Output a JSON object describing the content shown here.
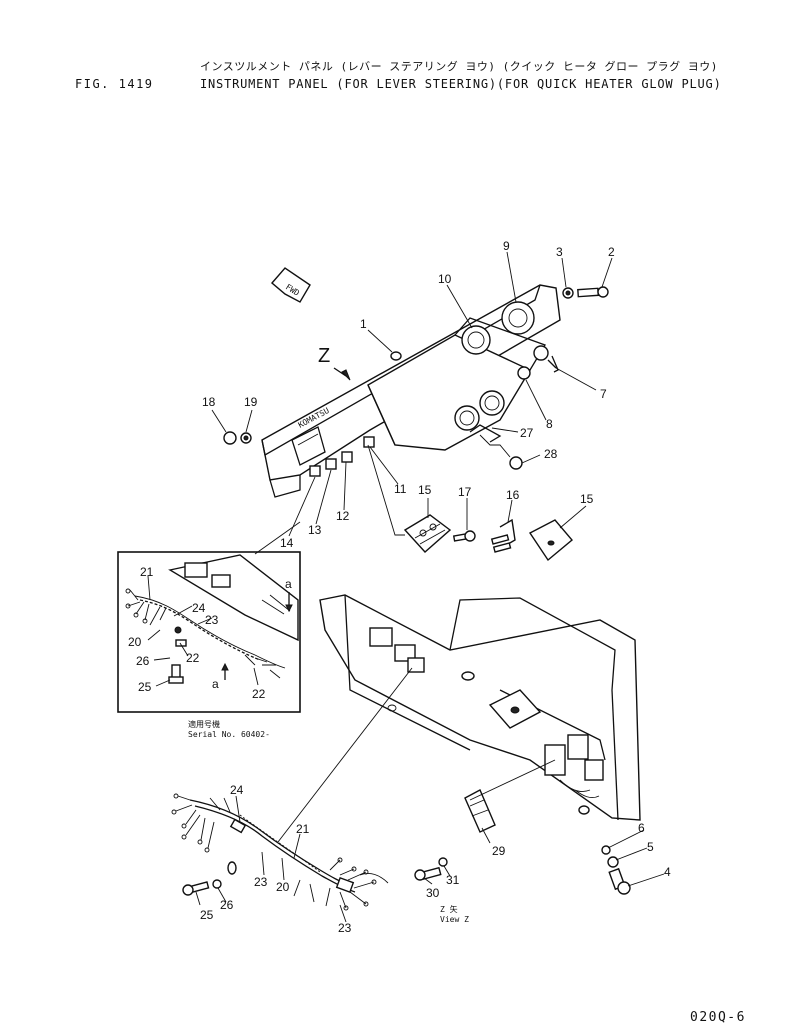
{
  "header": {
    "jp_title": "インスツルメント パネル (レバー ステアリング ヨウ) (クイック ヒータ グロー プラグ ヨウ)",
    "fig_label": "FIG. 1419",
    "en_title": "INSTRUMENT PANEL (FOR LEVER STEERING)(FOR QUICK HEATER GLOW PLUG)"
  },
  "diagram": {
    "brand_text": "KOMATSU",
    "fwd_label": "FWD",
    "view_letter": "Z",
    "ref_letter": "a",
    "inset_caption_jp": "適用号機",
    "inset_caption_serial": "Serial No. 60402-",
    "view_caption_jp": "Z 矢",
    "view_caption_en": "View Z",
    "part_numbers": {
      "p1": "1",
      "p2": "2",
      "p3": "3",
      "p4": "4",
      "p5": "5",
      "p6": "6",
      "p7": "7",
      "p8": "8",
      "p9": "9",
      "p10": "10",
      "p11": "11",
      "p12": "12",
      "p13": "13",
      "p14": "14",
      "p15a": "15",
      "p15b": "15",
      "p16": "16",
      "p17": "17",
      "p18": "18",
      "p19": "19",
      "p20": "20",
      "p20b": "20",
      "p21": "21",
      "p21b": "21",
      "p22": "22",
      "p22b": "22",
      "p23": "23",
      "p23b": "23",
      "p23c": "23",
      "p24": "24",
      "p24b": "24",
      "p25": "25",
      "p25b": "25",
      "p26": "26",
      "p26b": "26",
      "p27": "27",
      "p28": "28",
      "p29": "29",
      "p30": "30",
      "p31": "31"
    }
  },
  "footer": {
    "drawing_code": "020Q-6"
  }
}
